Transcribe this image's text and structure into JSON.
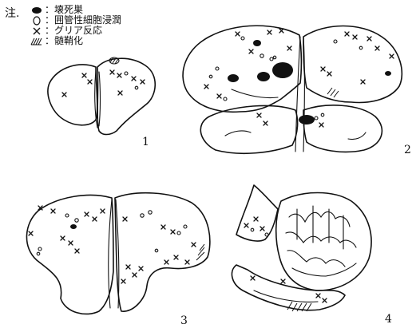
{
  "legend": {
    "note_label": "注.",
    "items": [
      {
        "symbol": "filled-ellipse",
        "label": "：壊死巣"
      },
      {
        "symbol": "open-ellipse",
        "label": "：囲管性細胞浸潤"
      },
      {
        "symbol": "cross",
        "label": "：グリア反応"
      },
      {
        "symbol": "hatching",
        "label": "：髄鞘化"
      }
    ]
  },
  "panels": [
    {
      "label": "1"
    },
    {
      "label": "2"
    },
    {
      "label": "3"
    },
    {
      "label": "4"
    }
  ]
}
